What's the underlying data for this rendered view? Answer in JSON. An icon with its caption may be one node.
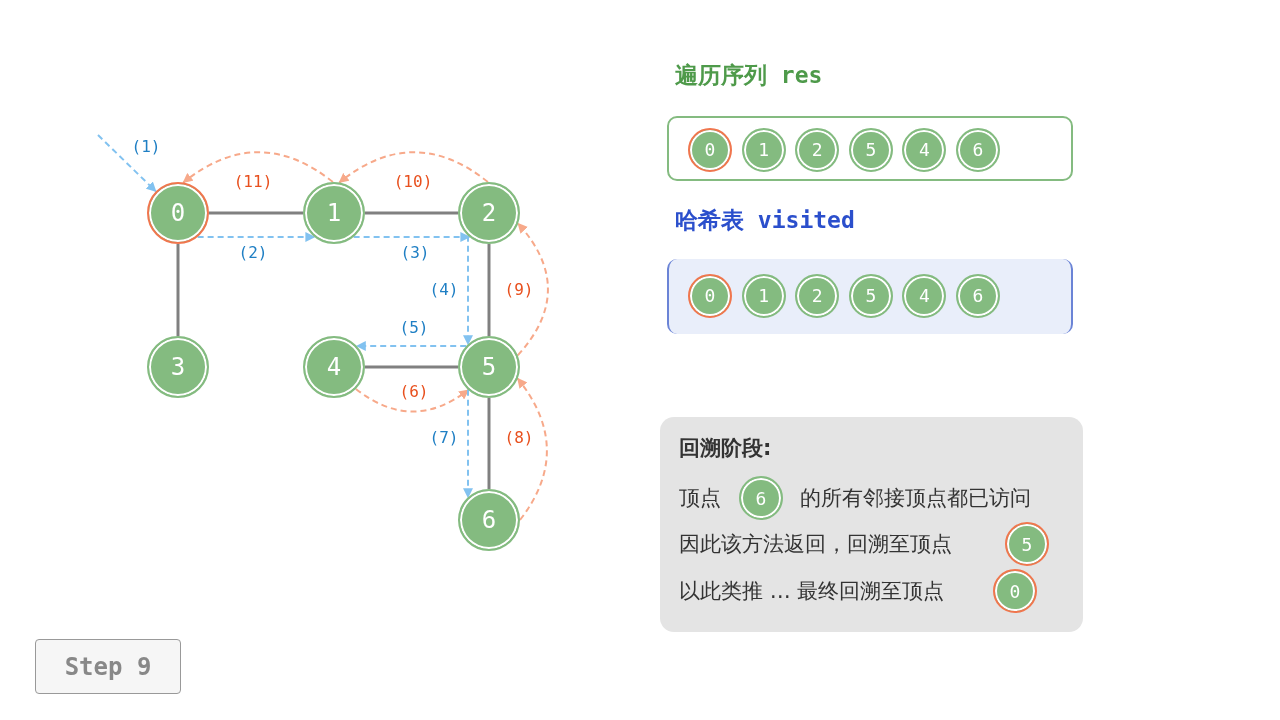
{
  "diagram": {
    "nodes": [
      {
        "text": [
          "0"
        ]
      },
      {
        "text": [
          "1"
        ]
      },
      {
        "text": [
          "2"
        ]
      },
      {
        "text": [
          "3"
        ]
      },
      {
        "text": [
          "4"
        ]
      },
      {
        "text": [
          "5"
        ]
      },
      {
        "text": [
          "6"
        ]
      },
      {
        "text": [
          "遍历序列 res"
        ]
      },
      {
        "text": [
          "0"
        ],
        "in": 7
      },
      {
        "text": [
          "1"
        ],
        "in": 7
      },
      {
        "text": [
          "2"
        ],
        "in": 7
      },
      {
        "text": [
          "5"
        ],
        "in": 7
      },
      {
        "text": [
          "4"
        ],
        "in": 7
      },
      {
        "text": [
          "6"
        ],
        "in": 7
      },
      {
        "text": [
          "哈希表 visited"
        ]
      },
      {
        "text": [
          "0"
        ],
        "in": 14
      },
      {
        "text": [
          "1"
        ],
        "in": 14
      },
      {
        "text": [
          "2"
        ],
        "in": 14
      },
      {
        "text": [
          "5"
        ],
        "in": 14
      },
      {
        "text": [
          "4"
        ],
        "in": 14
      },
      {
        "text": [
          "6"
        ],
        "in": 14
      },
      {
        "text": [
          "回溯阶段:",
          "顶点",
          "的所有邻接顶点都已访问",
          "因此该方法返回，回溯至顶点",
          "以此类推 … 最终回溯至顶点"
        ]
      },
      {
        "text": [
          "6"
        ],
        "in": 21
      },
      {
        "text": [
          "5"
        ],
        "in": 21
      },
      {
        "text": [
          "0"
        ],
        "in": 21
      },
      {
        "text": [
          "Step 9"
        ]
      }
    ],
    "edges": [
      {
        "from": 0,
        "to": 1,
        "arrow": "none"
      },
      {
        "from": 1,
        "to": 2,
        "arrow": "none"
      },
      {
        "from": 0,
        "to": 3,
        "arrow": "none"
      },
      {
        "from": 2,
        "to": 5,
        "arrow": "none"
      },
      {
        "from": 4,
        "to": 5,
        "arrow": "none"
      },
      {
        "from": 5,
        "to": 6,
        "arrow": "none"
      },
      {
        "from": null,
        "to": 0,
        "arrow": "to",
        "label": "(1)",
        "style": "dashed",
        "color": "#82c2f0"
      },
      {
        "from": 0,
        "to": 1,
        "arrow": "to",
        "label": "(2)",
        "style": "dashed",
        "color": "#82c2f0"
      },
      {
        "from": 1,
        "to": 2,
        "arrow": "to",
        "label": "(3)",
        "style": "dashed",
        "color": "#82c2f0"
      },
      {
        "from": 2,
        "to": 5,
        "arrow": "to",
        "label": "(4)",
        "style": "dashed",
        "color": "#82c2f0"
      },
      {
        "from": 5,
        "to": 4,
        "arrow": "to",
        "label": "(5)",
        "style": "dashed",
        "color": "#82c2f0"
      },
      {
        "from": 4,
        "to": 5,
        "arrow": "to",
        "label": "(6)",
        "style": "dashed",
        "color": "#f7a98a"
      },
      {
        "from": 5,
        "to": 6,
        "arrow": "to",
        "label": "(7)",
        "style": "dashed",
        "color": "#82c2f0"
      },
      {
        "from": 6,
        "to": 5,
        "arrow": "to",
        "label": "(8)",
        "style": "dashed",
        "color": "#f7a98a"
      },
      {
        "from": 5,
        "to": 2,
        "arrow": "to",
        "label": "(9)",
        "style": "dashed",
        "color": "#f7a98a"
      },
      {
        "from": 2,
        "to": 1,
        "arrow": "to",
        "label": "(10)",
        "style": "dashed",
        "color": "#f7a98a"
      },
      {
        "from": 1,
        "to": 0,
        "arrow": "to",
        "label": "(11)",
        "style": "dashed",
        "color": "#f7a98a"
      }
    ]
  }
}
